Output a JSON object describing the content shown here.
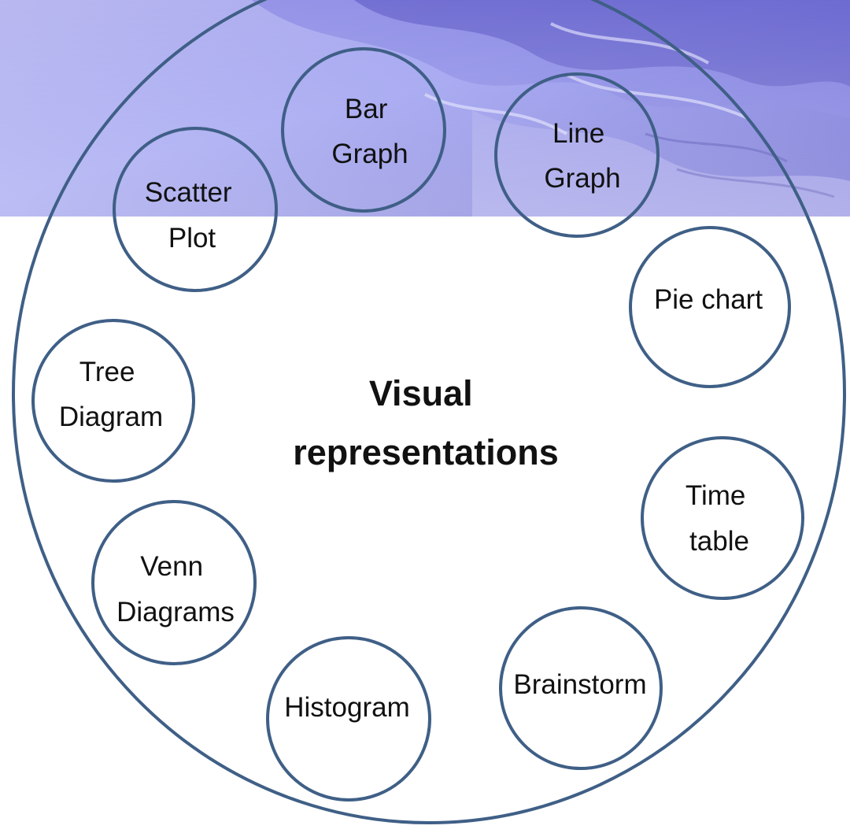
{
  "center": {
    "lines": [
      "Visual",
      "representations"
    ]
  },
  "nodes": [
    {
      "id": "bar-graph",
      "lines": [
        "Bar",
        "Graph"
      ]
    },
    {
      "id": "line-graph",
      "lines": [
        "Line",
        "Graph"
      ]
    },
    {
      "id": "pie-chart",
      "lines": [
        "Pie chart"
      ]
    },
    {
      "id": "time-table",
      "lines": [
        "Time",
        "table"
      ]
    },
    {
      "id": "brainstorm",
      "lines": [
        "Brainstorm"
      ]
    },
    {
      "id": "histogram",
      "lines": [
        "Histogram"
      ]
    },
    {
      "id": "venn-diagrams",
      "lines": [
        "Venn",
        "Diagrams"
      ]
    },
    {
      "id": "tree-diagram",
      "lines": [
        "Tree",
        "Diagram"
      ]
    },
    {
      "id": "scatter-plot",
      "lines": [
        "Scatter",
        "Plot"
      ]
    }
  ],
  "colors": {
    "outline": "#3f5f86",
    "banner_top": "#9aa0ef",
    "banner_bottom": "#c4c5f3",
    "text": "#111111"
  }
}
